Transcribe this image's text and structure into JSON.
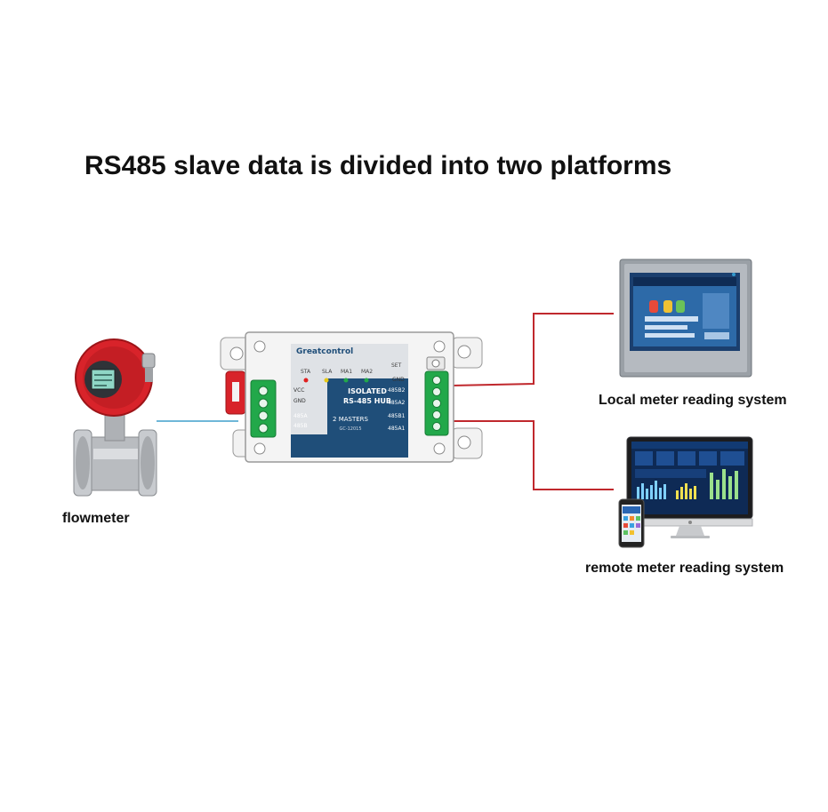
{
  "title": "RS485 slave data is divided into two platforms",
  "devices": {
    "flowmeter": {
      "label": "flowmeter"
    },
    "hub": {
      "brand": "Greatcontrol",
      "led_labels": [
        "STA",
        "SLA",
        "MA1",
        "MA2"
      ],
      "set_label": "SET",
      "name_line1": "ISOLATED",
      "name_line2": "RS-485 HUB",
      "masters": "2 MASTERS",
      "model": "GC-12015",
      "left_terminals": [
        "VCC",
        "GND",
        "485A",
        "485B"
      ],
      "right_terminals": [
        "GND",
        "485B2",
        "485A2",
        "485B1",
        "485A1"
      ]
    },
    "local_system": {
      "label": "Local meter reading system"
    },
    "remote_system": {
      "label": "remote meter reading system"
    }
  },
  "colors": {
    "hub_blue": "#1f4e79",
    "hub_panel": "#dfe2e6",
    "flowmeter_red": "#d8232a",
    "terminal_green": "#22a84a",
    "link_red": "#c0282d",
    "link_blue": "#6fb7d8"
  }
}
